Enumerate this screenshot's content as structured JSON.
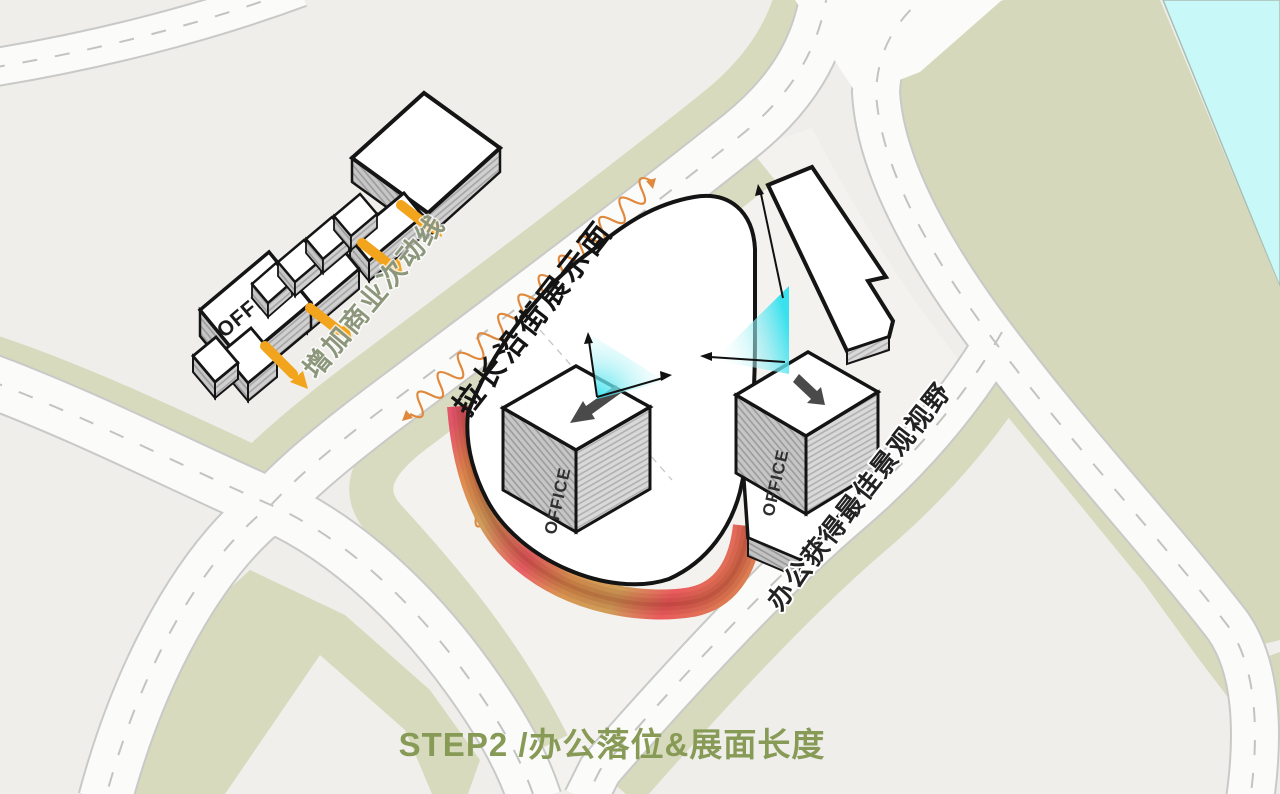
{
  "title": {
    "text": "STEP2 /办公落位&展面长度",
    "color": "#879a56"
  },
  "labels": {
    "office": "OFFICE"
  },
  "annotations": {
    "street_display": "拉长沿街展示面",
    "office_view": "办公获得最佳景观视野",
    "commercial_flow": "增加商业次动线"
  },
  "legend_icons": {
    "flow_arrow_icon": "yellow-arrow-southeast",
    "entry_arrow_icon": "dark-roof-arrow",
    "view_cone_icon": "cyan-view-fan",
    "active_frontage_icon": "orange-zigzag-spring",
    "frontage_band_icon": "orange-red-gradient-band"
  },
  "colors": {
    "background": "#efeeeb",
    "site_plot": "#f3f2ef",
    "green_area": "#d7dabd",
    "water": "#c9f8f8",
    "road": "#fbfbfa",
    "road_casing": "#c9c9c7",
    "building_outline": "#141414",
    "flow_arrow": "#f2a41c",
    "zigzag": "#e0883c",
    "view_cone": "#2fe0ee",
    "band_red": "#ea5f66",
    "band_orange": "#cf9d5c",
    "title": "#879a56"
  }
}
